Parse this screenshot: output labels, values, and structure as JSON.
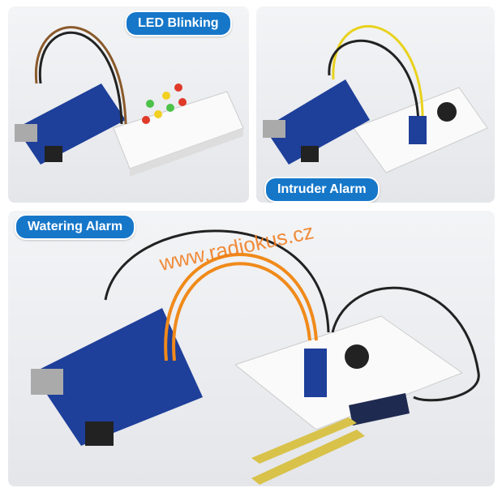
{
  "panels": [
    {
      "label": "LED Blinking"
    },
    {
      "label": "Intruder Alarm"
    },
    {
      "label": "Watering Alarm"
    }
  ],
  "watermark": "www.radiokus.cz",
  "colors": {
    "label_bg": "#1677c9",
    "board": "#1e3f9a",
    "watermark": "#f07a1a"
  }
}
